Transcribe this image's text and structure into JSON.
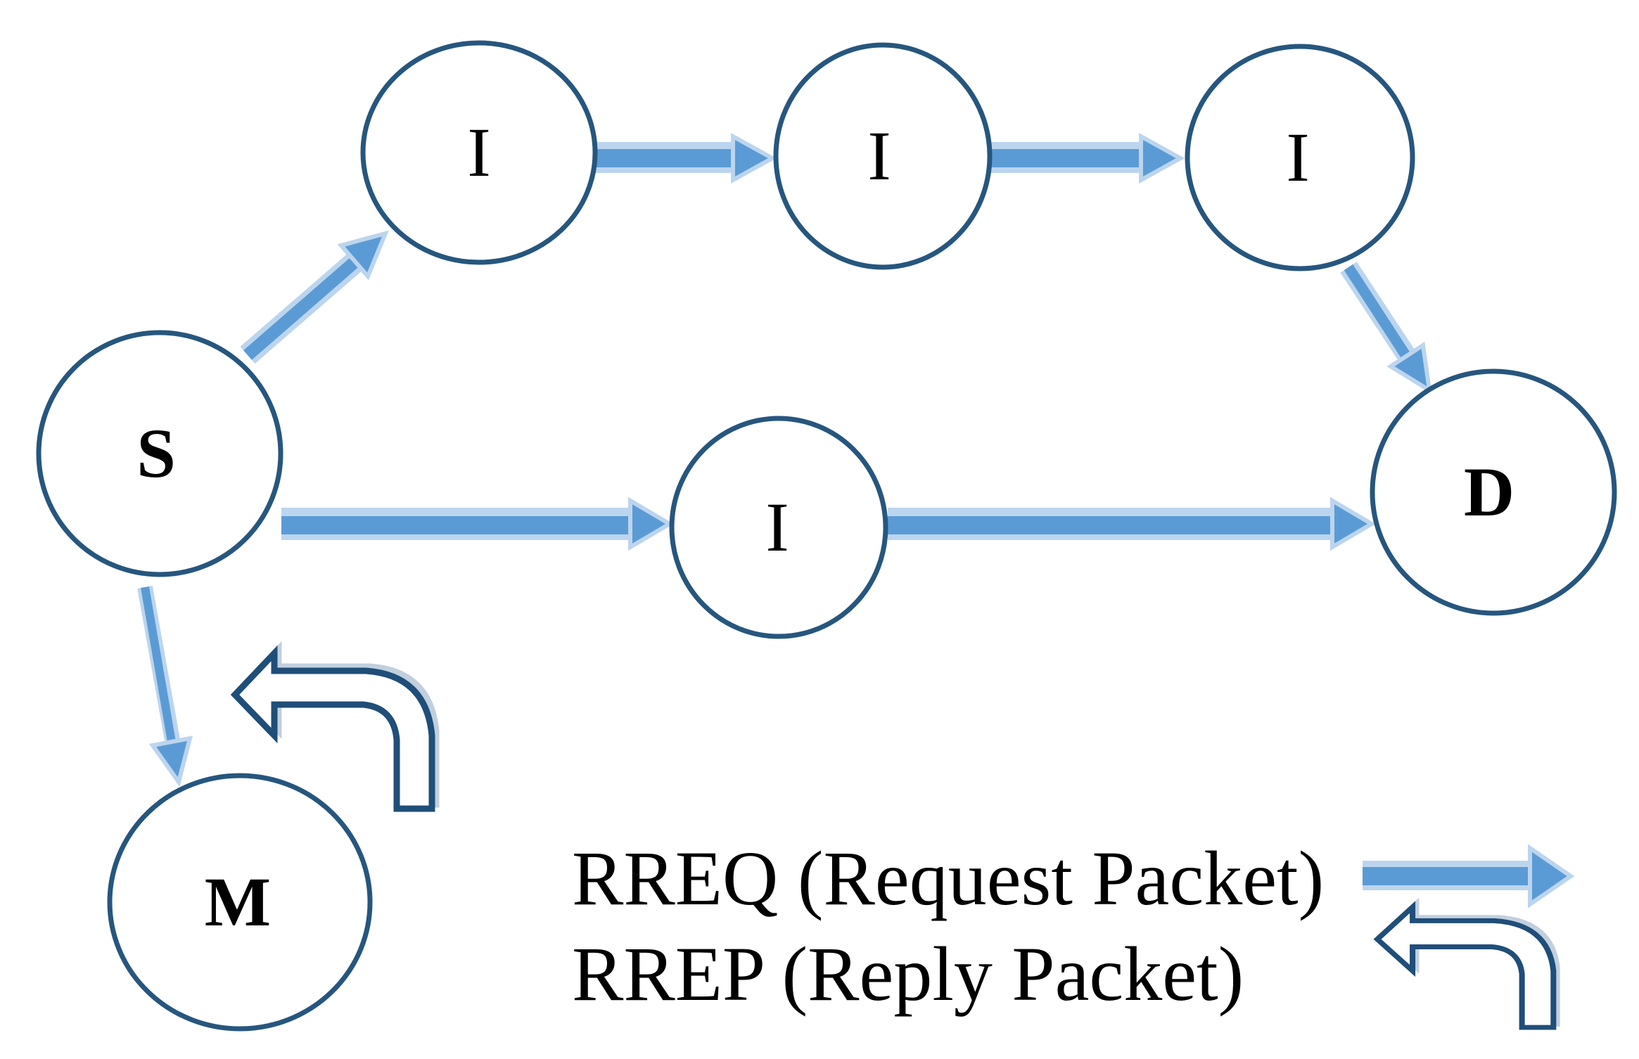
{
  "diagram": {
    "nodes": [
      {
        "id": "S",
        "label": "S"
      },
      {
        "id": "I1",
        "label": "I"
      },
      {
        "id": "I2",
        "label": "I"
      },
      {
        "id": "I3",
        "label": "I"
      },
      {
        "id": "I4",
        "label": "I"
      },
      {
        "id": "D",
        "label": "D"
      },
      {
        "id": "M",
        "label": "M"
      }
    ],
    "edges": [
      {
        "from": "S",
        "to": "I1",
        "packet": "RREQ"
      },
      {
        "from": "I1",
        "to": "I2",
        "packet": "RREQ"
      },
      {
        "from": "I2",
        "to": "I3",
        "packet": "RREQ"
      },
      {
        "from": "I3",
        "to": "D",
        "packet": "RREQ"
      },
      {
        "from": "S",
        "to": "I4",
        "packet": "RREQ"
      },
      {
        "from": "I4",
        "to": "D",
        "packet": "RREQ"
      },
      {
        "from": "S",
        "to": "M",
        "packet": "RREQ"
      },
      {
        "from": "M",
        "to": "S",
        "packet": "RREP"
      }
    ],
    "legend": {
      "items": [
        {
          "label": "RREQ (Request Packet)",
          "symbol": "straight-arrow"
        },
        {
          "label": "RREP (Reply Packet)",
          "symbol": "bent-arrow"
        }
      ]
    },
    "colors": {
      "node_stroke": "#26567e",
      "rreq_arrow": "#5b9bd5",
      "rreq_arrow_halo": "#bcd5ee",
      "rrep_outline": "#1f4e79",
      "rrep_shadow": "#9fb6cc",
      "label_color": "#000000",
      "background": "#ffffff"
    }
  }
}
